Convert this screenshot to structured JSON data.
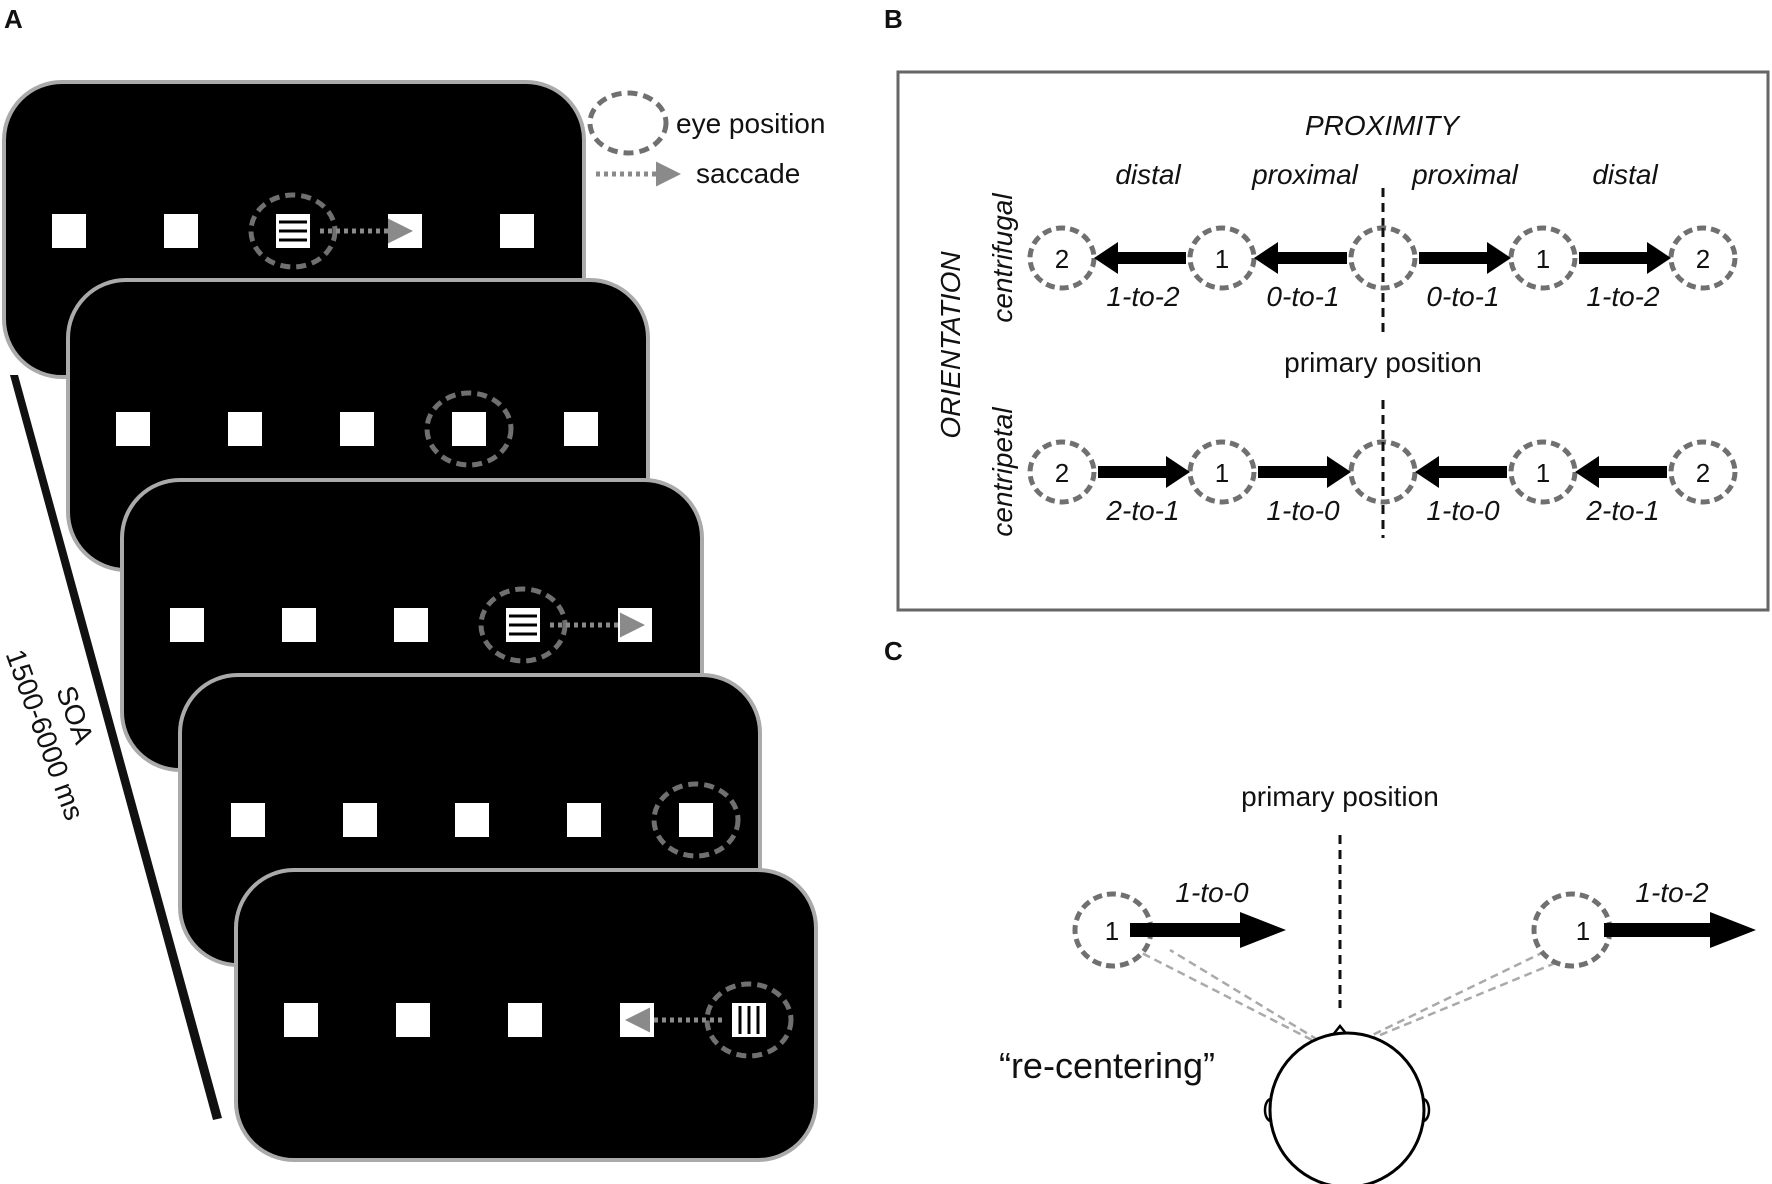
{
  "panel_a": {
    "letter": "A",
    "legend": {
      "eye_position": "eye position",
      "saccade": "saccade"
    },
    "timeline": {
      "label": "SOA",
      "duration": "1500-6000 ms"
    }
  },
  "panel_b": {
    "letter": "B",
    "proximity_title": "PROXIMITY",
    "orientation_title": "ORIENTATION",
    "proximity_labels": [
      "distal",
      "proximal",
      "proximal",
      "distal"
    ],
    "rows": [
      {
        "name": "centrifugal",
        "labels": [
          "1-to-2",
          "0-to-1",
          "0-to-1",
          "1-to-2"
        ]
      },
      {
        "name": "centripetal",
        "labels": [
          "2-to-1",
          "1-to-0",
          "1-to-0",
          "2-to-1"
        ]
      }
    ],
    "positions": [
      "2",
      "1",
      "",
      "1",
      "2"
    ],
    "center_label": "primary position"
  },
  "panel_c": {
    "letter": "C",
    "primary_label": "primary position",
    "left_position": "1",
    "left_arrow": "1-to-0",
    "right_position": "1",
    "right_arrow": "1-to-2",
    "recentering": "“re-centering”"
  },
  "colors": {
    "screen": "#000000",
    "screen_border": "#aaaaaa",
    "eye_ring": "#707070",
    "saccade": "#8a8a8a",
    "sightline": "#aaaaaa"
  }
}
